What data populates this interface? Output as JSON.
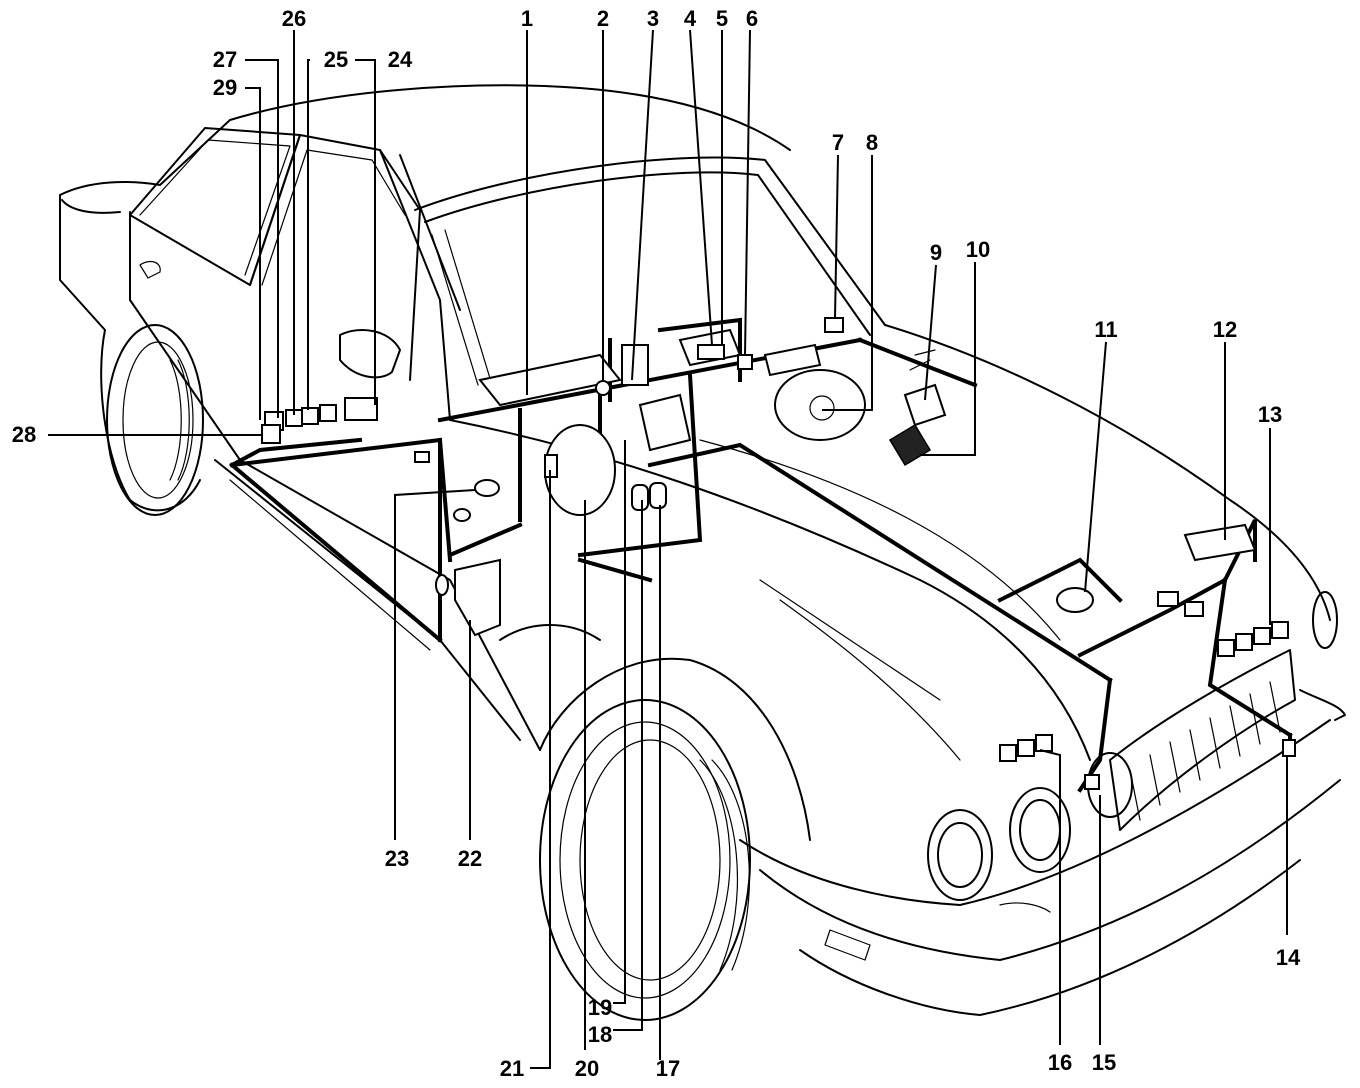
{
  "figure": {
    "callouts": [
      {
        "id": "1",
        "label": "1"
      },
      {
        "id": "2",
        "label": "2"
      },
      {
        "id": "3",
        "label": "3"
      },
      {
        "id": "4",
        "label": "4"
      },
      {
        "id": "5",
        "label": "5"
      },
      {
        "id": "6",
        "label": "6"
      },
      {
        "id": "7",
        "label": "7"
      },
      {
        "id": "8",
        "label": "8"
      },
      {
        "id": "9",
        "label": "9"
      },
      {
        "id": "10",
        "label": "10"
      },
      {
        "id": "11",
        "label": "11"
      },
      {
        "id": "12",
        "label": "12"
      },
      {
        "id": "13",
        "label": "13"
      },
      {
        "id": "14",
        "label": "14"
      },
      {
        "id": "15",
        "label": "15"
      },
      {
        "id": "16",
        "label": "16"
      },
      {
        "id": "17",
        "label": "17"
      },
      {
        "id": "18",
        "label": "18"
      },
      {
        "id": "19",
        "label": "19"
      },
      {
        "id": "20",
        "label": "20"
      },
      {
        "id": "21",
        "label": "21"
      },
      {
        "id": "22",
        "label": "22"
      },
      {
        "id": "23",
        "label": "23"
      },
      {
        "id": "24",
        "label": "24"
      },
      {
        "id": "25",
        "label": "25"
      },
      {
        "id": "26",
        "label": "26"
      },
      {
        "id": "27",
        "label": "27"
      },
      {
        "id": "28",
        "label": "28"
      },
      {
        "id": "29",
        "label": "29"
      }
    ]
  }
}
